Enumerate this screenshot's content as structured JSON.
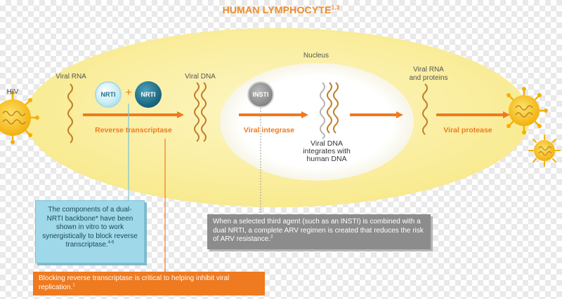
{
  "title": {
    "main": "HUMAN LYMPHOCYTE",
    "sup": "1,3"
  },
  "labels": {
    "hiv": "HIV",
    "viral_rna": "Viral RNA",
    "viral_dna": "Viral DNA",
    "nucleus": "Nucleus",
    "viral_rna_proteins_1": "Viral RNA",
    "viral_rna_proteins_2": "and proteins",
    "integrates_1": "Viral DNA",
    "integrates_2": "integrates with",
    "integrates_3": "human DNA"
  },
  "pills": {
    "nrti_1": "NRTI",
    "plus": "+",
    "nrti_2": "NRTI",
    "insti": "INSTI"
  },
  "enzymes": {
    "reverse_transcriptase": "Reverse transcriptase",
    "viral_integrase": "Viral integrase",
    "viral_protease": "Viral protease"
  },
  "callouts": {
    "blue": {
      "text": "The components of a dual-NRTI backbone* have been shown in vitro to work synergistically to block reverse transcriptase.",
      "sup": "4-6"
    },
    "orange": {
      "text": "Blocking reverse transcriptase is critical to helping inhibit viral replication.",
      "sup": "1"
    },
    "gray": {
      "text": "When a selected third agent (such as an INSTI) is combined with a dual NRTI, a complete ARV regimen is created that reduces the risk of ARV resistance.",
      "sup": "2"
    }
  },
  "colors": {
    "cell_fill": "#fbf0a6",
    "nucleus_fill": "#ffffff",
    "arrow": "#ef7a1f",
    "virus": "#f6c21c",
    "dna_strand": "#c0802a",
    "human_dna": "#b5b5b5",
    "connector_blue": "#7cc3d6",
    "connector_orange": "#ef7a1f",
    "connector_gray": "#9a9a9a"
  }
}
